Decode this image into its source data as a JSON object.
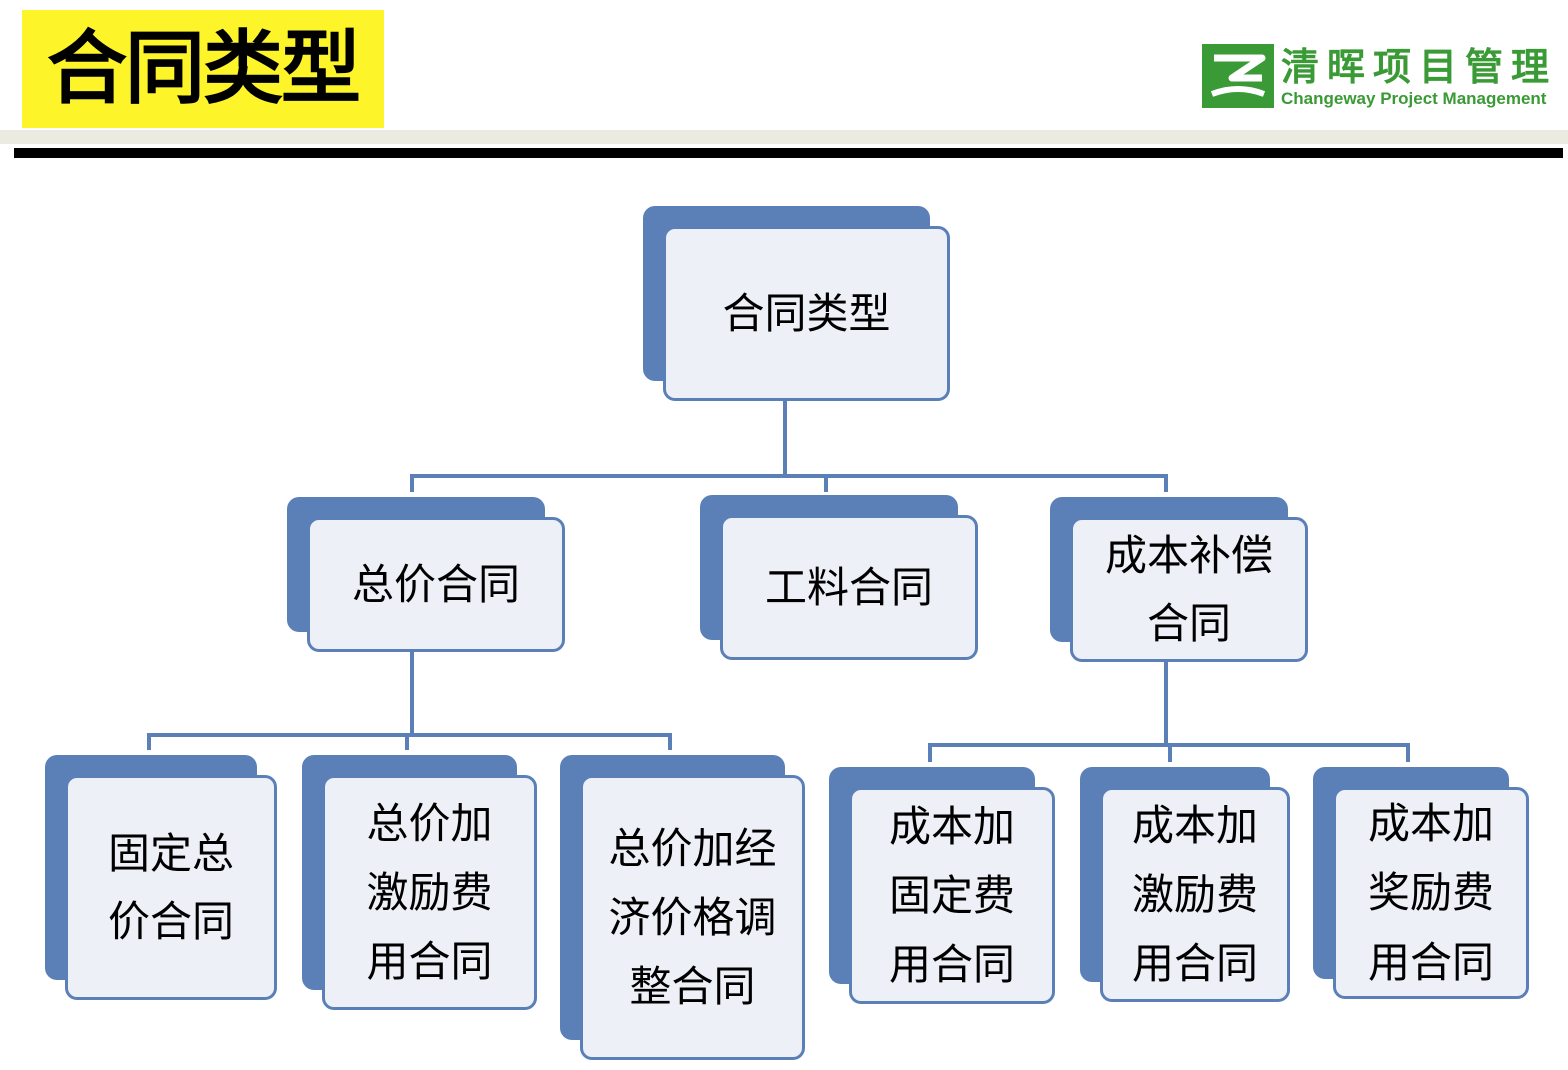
{
  "header": {
    "title": "合同类型",
    "logo_cn": "清晖项目管理",
    "logo_en": "Changeway Project Management",
    "title_highlight_color": "#fdf52a",
    "brand_color": "#3a9a35"
  },
  "diagram": {
    "node_color": "#5b80b8",
    "node_fill": "#edf0f7",
    "root": "合同类型",
    "level1": [
      "总价合同",
      "工料合同",
      "成本补偿合同"
    ],
    "fixed_price_children": [
      "固定总价合同",
      "总价加激励费用合同",
      "总价加经济价格调整合同"
    ],
    "cost_reimbursable_children": [
      "成本加固定费用合同",
      "成本加激励费用合同",
      "成本加奖励费用合同"
    ]
  }
}
